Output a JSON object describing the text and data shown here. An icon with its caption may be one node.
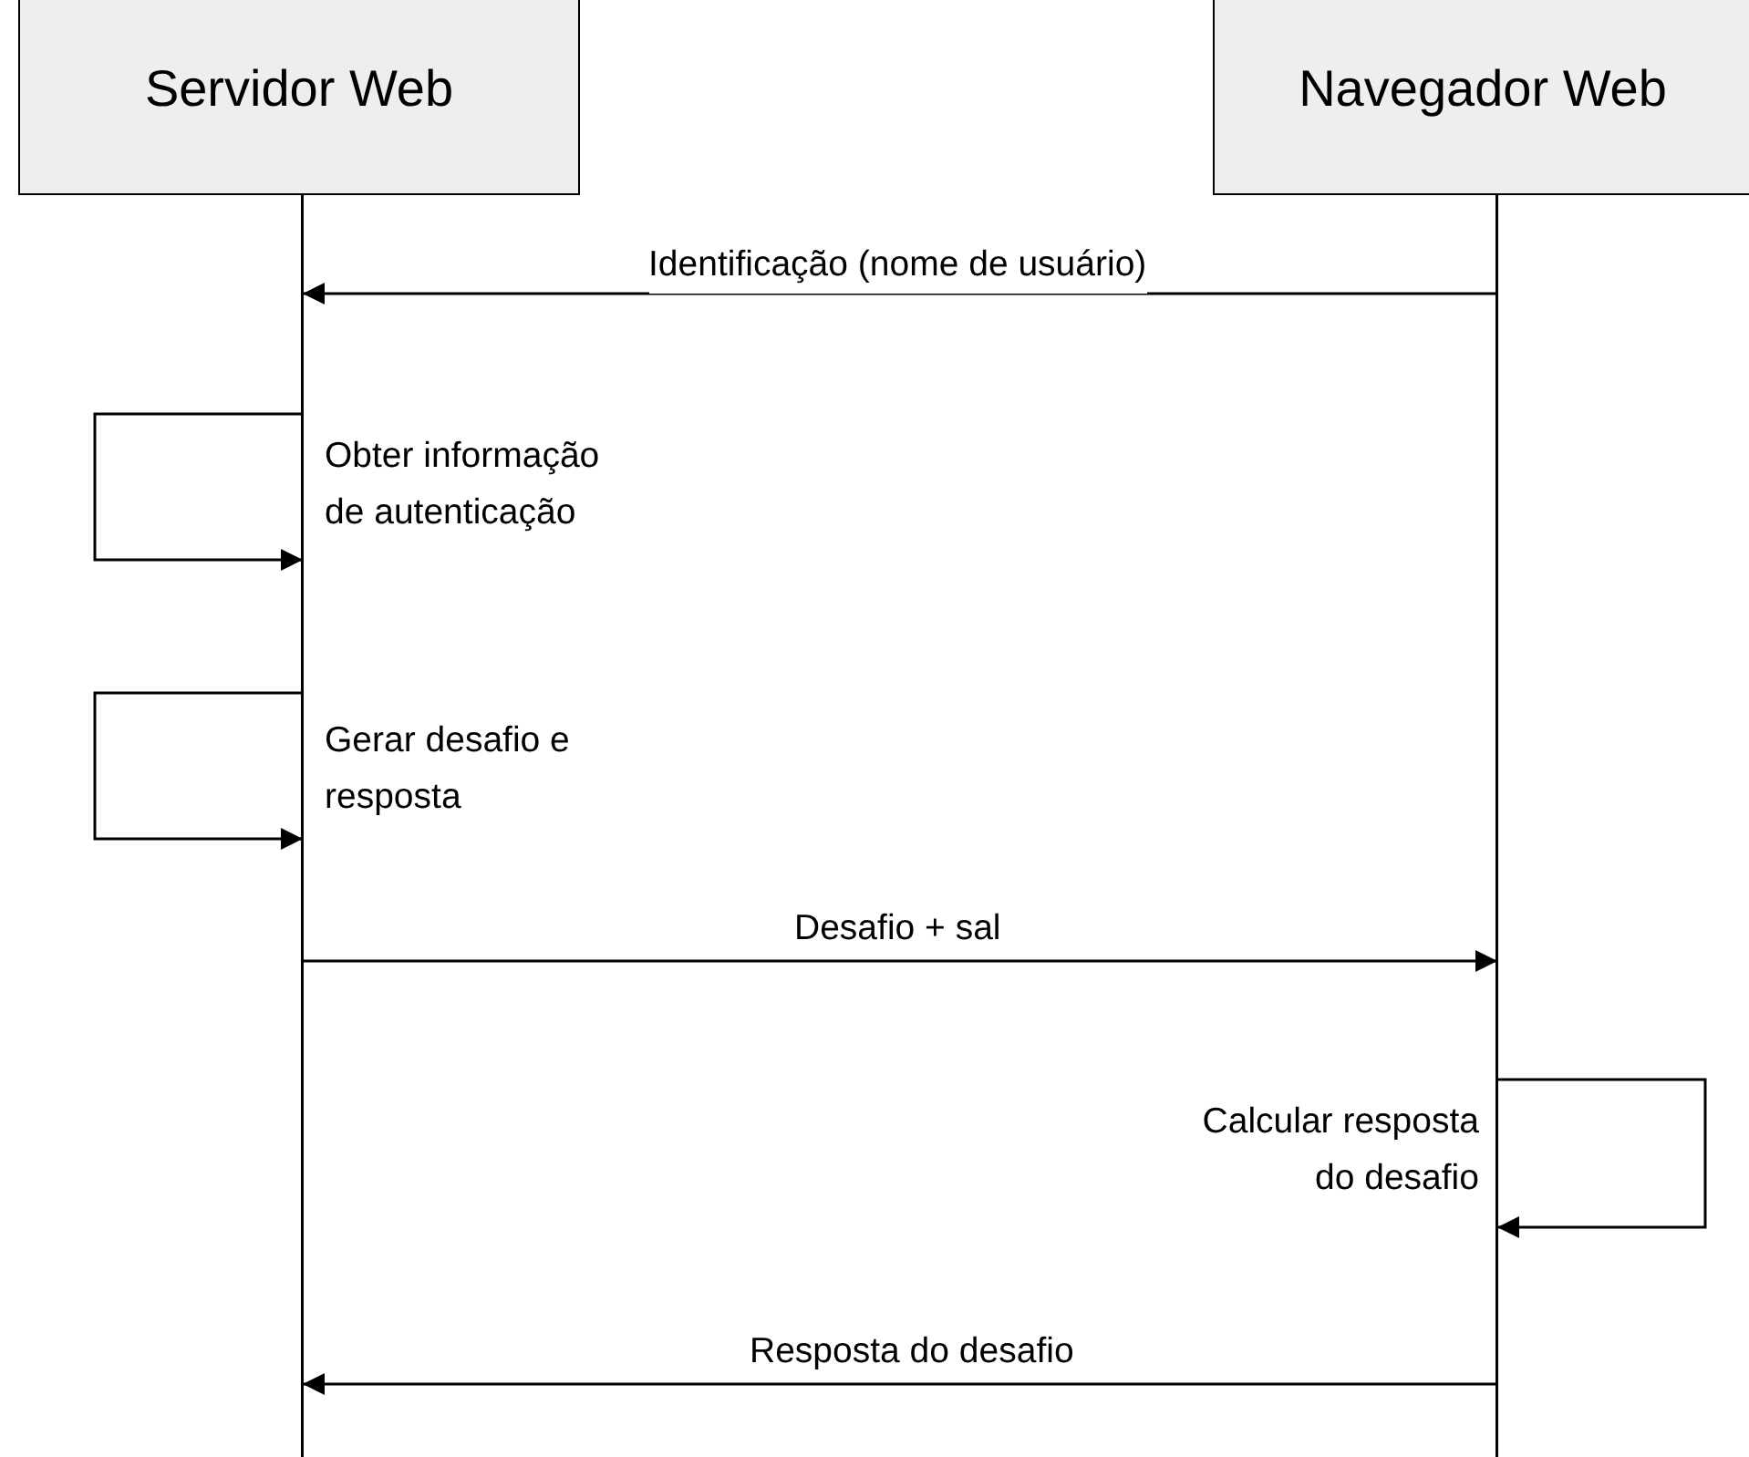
{
  "diagram": {
    "nodes": [
      {
        "text": [
          "Servidor Web"
        ]
      },
      {
        "text": [
          "Navegador Web"
        ]
      }
    ],
    "edges": [
      {
        "from": 1,
        "to": 0,
        "arrow": "to",
        "label": "Identificação (nome de usuário)"
      },
      {
        "from": 0,
        "to": 0,
        "arrow": "to",
        "label": "Obter informação de autenticação"
      },
      {
        "from": 0,
        "to": 0,
        "arrow": "to",
        "label": "Gerar desafio e resposta"
      },
      {
        "from": 0,
        "to": 1,
        "arrow": "to",
        "label": "Desafio + sal"
      },
      {
        "from": 1,
        "to": 1,
        "arrow": "to",
        "label": "Calcular resposta do desafio"
      },
      {
        "from": 1,
        "to": 0,
        "arrow": "to",
        "label": "Resposta do desafio"
      }
    ]
  }
}
